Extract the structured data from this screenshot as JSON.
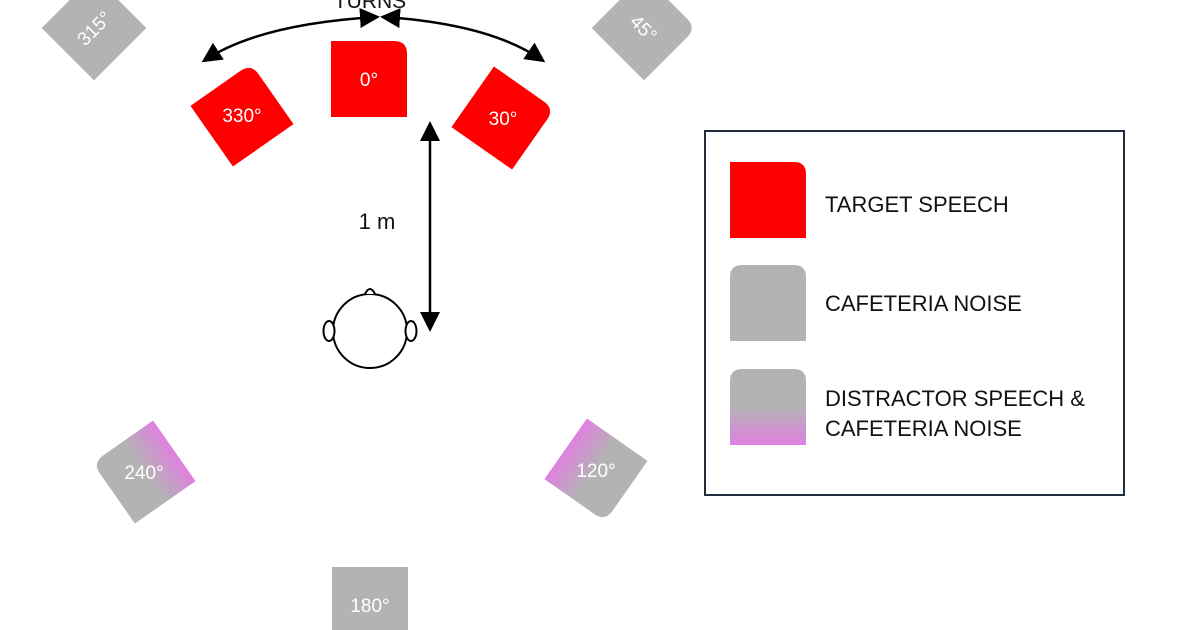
{
  "colors": {
    "target": "#ff0000",
    "noise": "#b3b3b3",
    "distractor": "#e080e0",
    "outline": "#000000",
    "legend_border": "#1f2d3d",
    "label_text": "#ffffff"
  },
  "top_label": "TURNS",
  "distance_label": "1 m",
  "speakers": [
    {
      "id": "s315",
      "angle_label": "315°",
      "kind": "noise"
    },
    {
      "id": "s330",
      "angle_label": "330°",
      "kind": "target"
    },
    {
      "id": "s0",
      "angle_label": "0°",
      "kind": "target"
    },
    {
      "id": "s30",
      "angle_label": "30°",
      "kind": "target"
    },
    {
      "id": "s45",
      "angle_label": "45°",
      "kind": "noise"
    },
    {
      "id": "s240",
      "angle_label": "240°",
      "kind": "distractor"
    },
    {
      "id": "s120",
      "angle_label": "120°",
      "kind": "distractor"
    },
    {
      "id": "s180",
      "angle_label": "180°",
      "kind": "noise"
    }
  ],
  "legend": {
    "items": [
      {
        "kind": "target",
        "lines": [
          "TARGET SPEECH"
        ]
      },
      {
        "kind": "noise",
        "lines": [
          "CAFETERIA NOISE"
        ]
      },
      {
        "kind": "distractor",
        "lines": [
          "DISTRACTOR SPEECH  &",
          "CAFETERIA NOISE"
        ]
      }
    ]
  }
}
